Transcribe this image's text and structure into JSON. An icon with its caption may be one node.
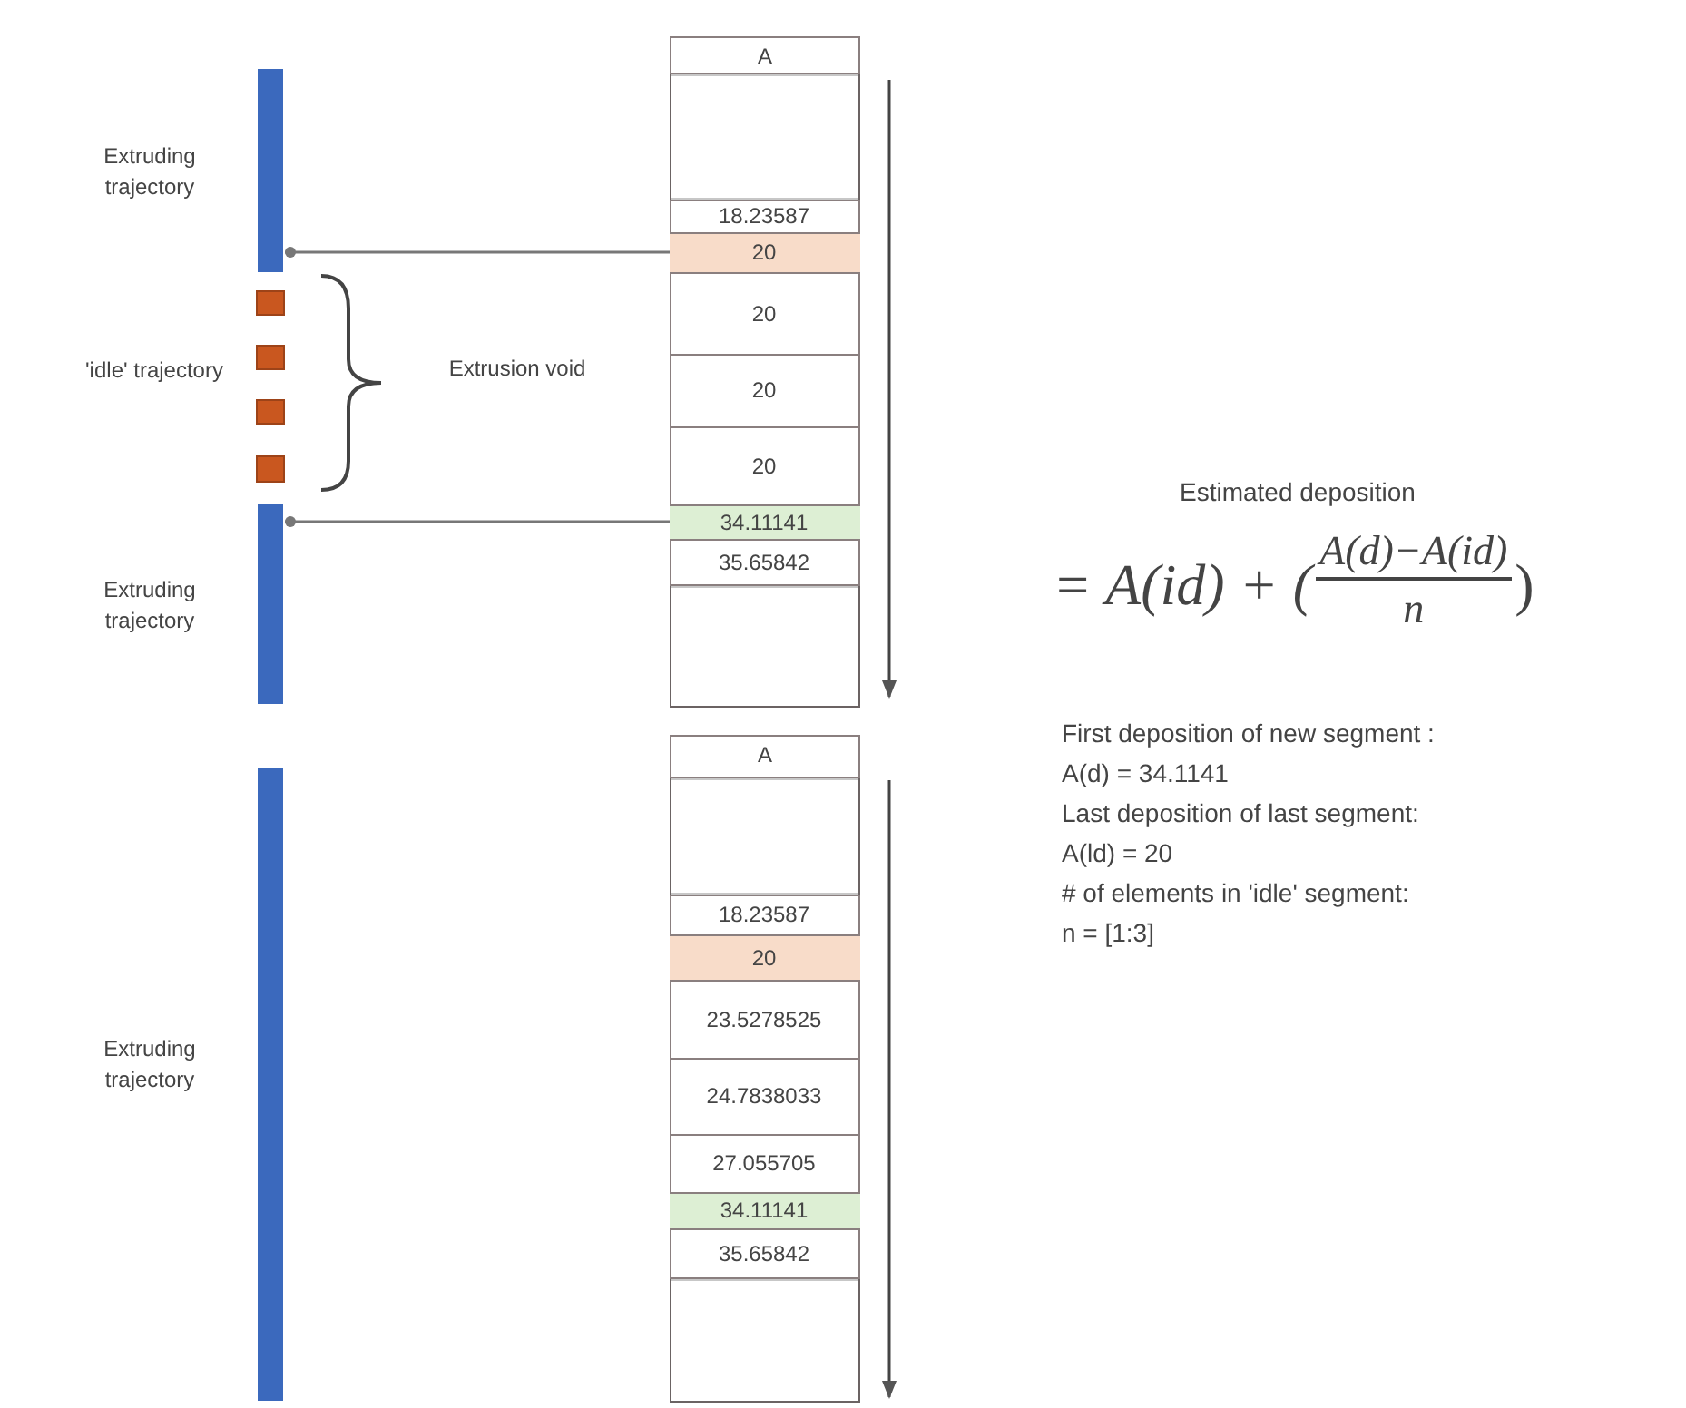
{
  "diagram": {
    "nodes": [
      {
        "text": [],
        "shape": "bar",
        "beside": [
          "Extruding trajectory"
        ]
      },
      {
        "text": [],
        "shape": "box"
      },
      {
        "text": [],
        "shape": "box"
      },
      {
        "text": [],
        "shape": "box"
      },
      {
        "text": [],
        "shape": "box"
      },
      {
        "text": [],
        "shape": "bar",
        "beside": [
          "Extruding trajectory"
        ]
      },
      {
        "text": [],
        "shape": "bar",
        "beside": [
          "Extruding trajectory"
        ]
      },
      {
        "text": [
          "A"
        ]
      },
      {
        "text": [],
        "shape": "box",
        "in": 7
      },
      {
        "text": [
          "18.23587"
        ],
        "in": 7
      },
      {
        "text": [
          "20"
        ],
        "in": 7
      },
      {
        "text": [
          "20"
        ],
        "in": 7
      },
      {
        "text": [
          "20"
        ],
        "in": 7
      },
      {
        "text": [
          "20"
        ],
        "in": 7
      },
      {
        "text": [
          "34.11141"
        ],
        "in": 7
      },
      {
        "text": [
          "35.65842"
        ],
        "in": 7
      },
      {
        "text": [],
        "shape": "box",
        "in": 7
      },
      {
        "text": [
          "A"
        ]
      },
      {
        "text": [],
        "shape": "box",
        "in": 17
      },
      {
        "text": [
          "18.23587"
        ],
        "in": 17
      },
      {
        "text": [
          "20"
        ],
        "in": 17
      },
      {
        "text": [
          "23.5278525"
        ],
        "in": 17
      },
      {
        "text": [
          "24.7838033"
        ],
        "in": 17
      },
      {
        "text": [
          "27.055705"
        ],
        "in": 17
      },
      {
        "text": [
          "34.11141"
        ],
        "in": 17
      },
      {
        "text": [
          "35.65842"
        ],
        "in": 17
      },
      {
        "text": [],
        "shape": "box",
        "in": 17
      }
    ],
    "edges": [
      {
        "from": 0,
        "to": 10,
        "arrow": "other"
      },
      {
        "from": 5,
        "to": 14,
        "arrow": "other"
      }
    ],
    "labels": [
      "'idle' trajectory",
      "Extrusion void",
      "Estimated deposition",
      "= A(id) + (",
      "A(d)−A(id)",
      "n",
      ")",
      "First deposition of new segment :",
      "A(d) = 34.1141",
      "Last deposition of last segment:",
      "A(ld) = 20",
      "# of elements in 'idle' segment:",
      "n = [1:3]"
    ]
  }
}
